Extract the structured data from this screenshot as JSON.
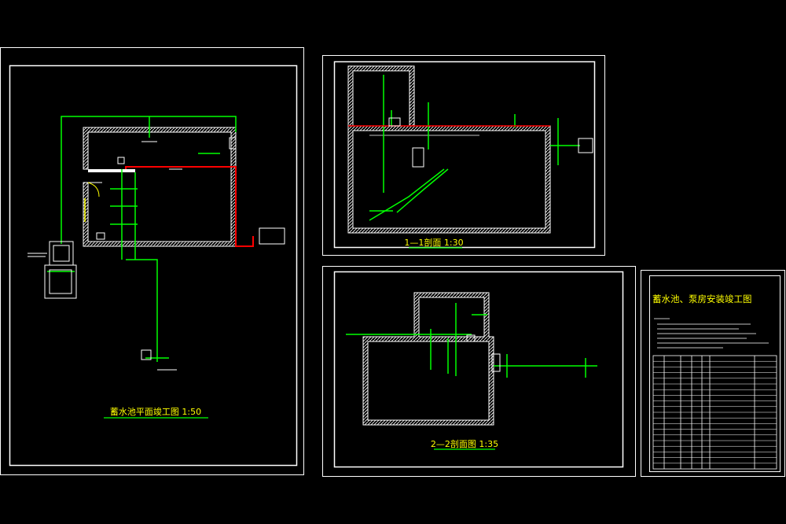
{
  "colors": {
    "background": "#000000",
    "frame": "#ffffff",
    "pipe": "#00ff00",
    "red_pipe": "#ff0000",
    "title": "#ffff00"
  },
  "sheets": {
    "plan": {
      "title": "蓄水池平面竣工图 1:50"
    },
    "section_1": {
      "title": "1—1剖面 1:30"
    },
    "section_2": {
      "title": "2—2剖面图 1:35"
    },
    "info": {
      "title": "蓄水池、泵房安装竣工图"
    }
  }
}
